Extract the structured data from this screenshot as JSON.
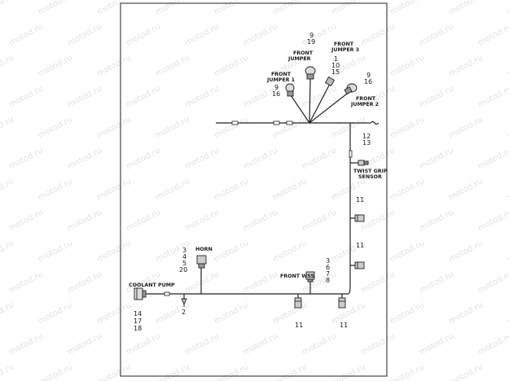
{
  "watermark": "motod.ru",
  "labels": {
    "front_jumper_1": [
      "FRONT",
      "JUMPER 1"
    ],
    "front_jumper_2": [
      "FRONT",
      "JUMPER 2"
    ],
    "front_jumper_3": [
      "FRONT",
      "JUMPER 3"
    ],
    "twist_grip": [
      "TWIST GRIP",
      "SENSOR"
    ],
    "horn": "HORN",
    "front_wss": "FRONT WSS",
    "coolant_pump": "COOLANT PUMP"
  },
  "numbers": {
    "jumper_top": [
      "9",
      "19"
    ],
    "jumper_1": [
      "9",
      "16"
    ],
    "jumper_3": [
      "1",
      "10",
      "15"
    ],
    "jumper_2": [
      "9",
      "16"
    ],
    "twist_grip": [
      "12",
      "13"
    ],
    "right_connector_upper": "11",
    "right_connector_lower": "11",
    "horn": [
      "3",
      "4",
      "5",
      "20"
    ],
    "front_wss": [
      "3",
      "6",
      "7",
      "8"
    ],
    "bottom_left_connector": "11",
    "bottom_right_connector": "11",
    "ground": "2",
    "coolant_pump": [
      "14",
      "17",
      "18"
    ]
  },
  "colors": {
    "line": "#222222",
    "watermark": "#c9c9c9"
  }
}
